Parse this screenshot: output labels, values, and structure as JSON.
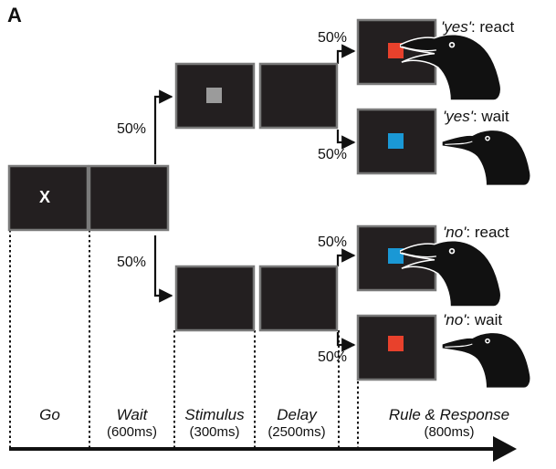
{
  "panel_label": "A",
  "go_cue": "X",
  "percent_label": "50%",
  "phases": [
    {
      "name": "Go",
      "duration": ""
    },
    {
      "name": "Wait",
      "duration": "(600ms)"
    },
    {
      "name": "Stimulus",
      "duration": "(300ms)"
    },
    {
      "name": "Delay",
      "duration": "(2500ms)"
    },
    {
      "name": "Rule & Response",
      "duration": "(800ms)"
    }
  ],
  "outcomes": [
    {
      "rule": "'yes'",
      "action": ": react"
    },
    {
      "rule": "'yes'",
      "action": ": wait"
    },
    {
      "rule": "'no'",
      "action": ": react"
    },
    {
      "rule": "'no'",
      "action": ": wait"
    }
  ],
  "colors": {
    "screen": "#231f20",
    "screen_border": "#7a7a7a",
    "gray_stimulus": "#9b9b9b",
    "red_stimulus": "#e8412c",
    "blue_stimulus": "#1a98d5",
    "crow": "#111111"
  }
}
